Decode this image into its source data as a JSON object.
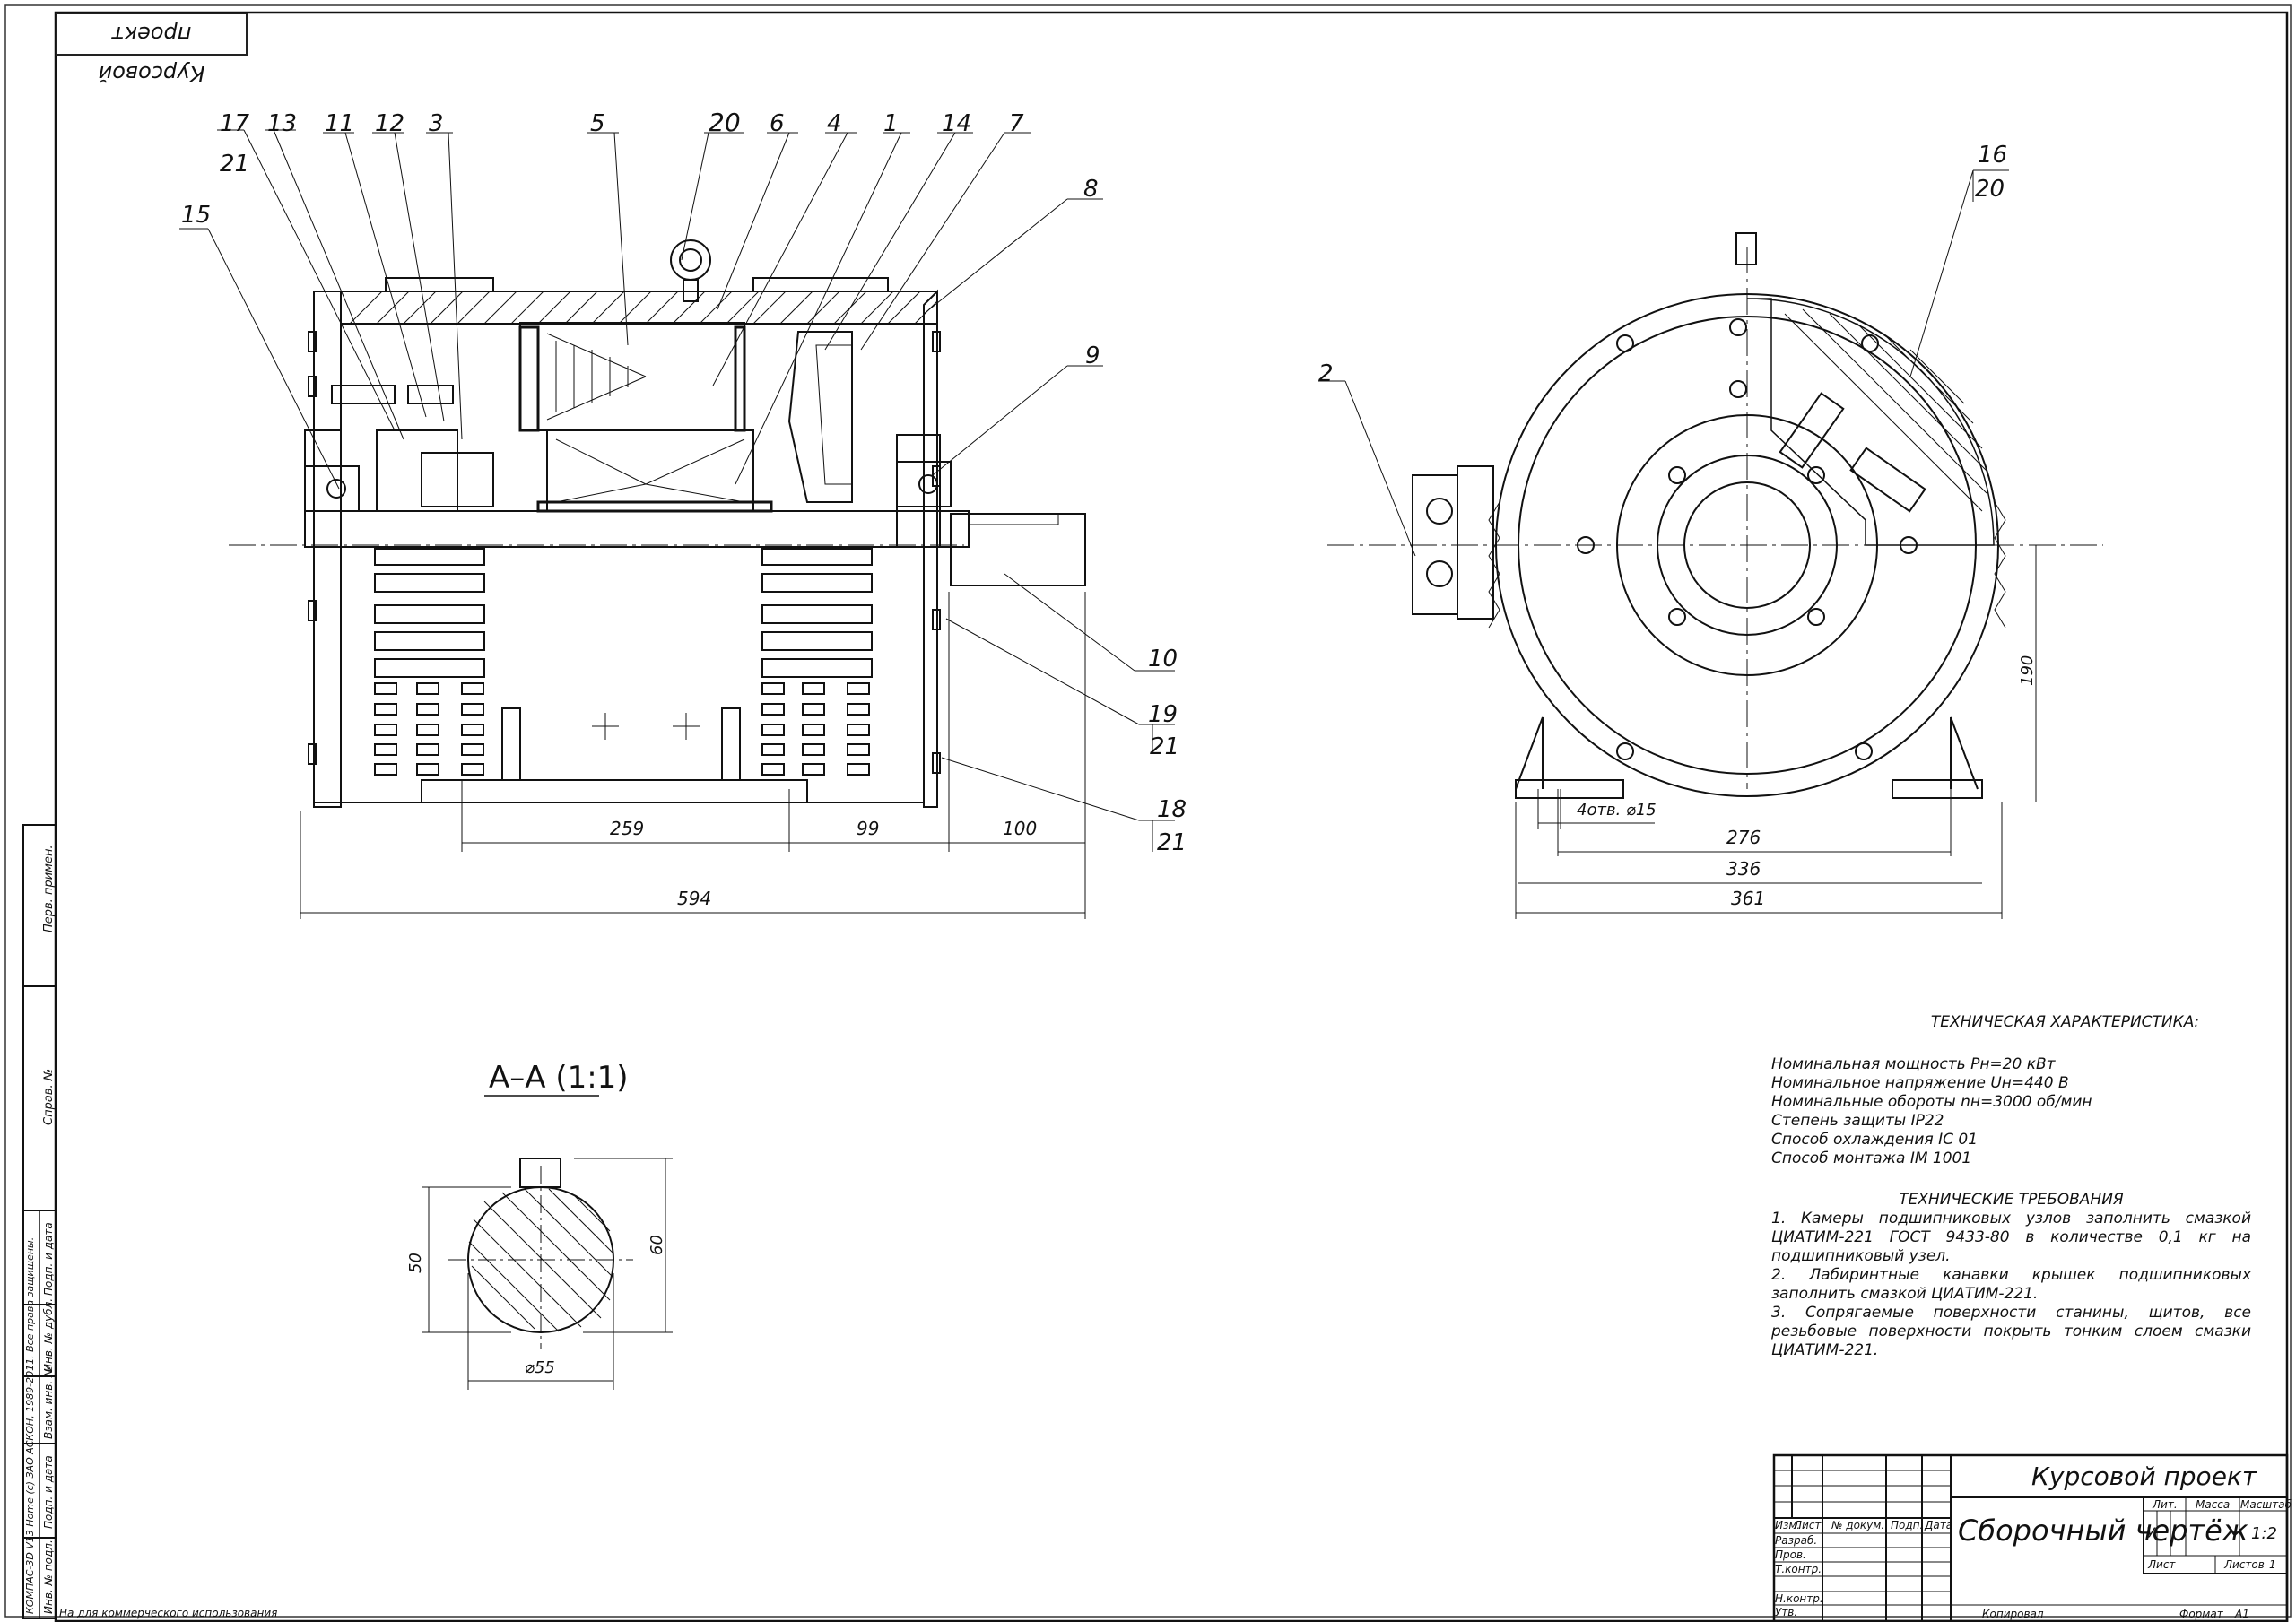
{
  "stamp_top": "Курсовой проект",
  "leader_numbers": [
    "17",
    "21",
    "13",
    "11",
    "12",
    "3",
    "5",
    "20",
    "6",
    "4",
    "1",
    "14",
    "7",
    "8",
    "15",
    "9",
    "10",
    "19",
    "21",
    "18",
    "21",
    "2",
    "16",
    "20"
  ],
  "dimensions_main": {
    "d259": "259",
    "d99": "99",
    "d100": "100",
    "d594": "594"
  },
  "dimensions_side": {
    "holes": "4отв. ⌀15",
    "d276": "276",
    "d336": "336",
    "d361": "361",
    "d190": "190"
  },
  "section": {
    "title": "А–А (1:1)",
    "d50": "50",
    "d60": "60",
    "d55": "⌀55"
  },
  "specs": {
    "heading": "ТЕХНИЧЕСКАЯ ХАРАКТЕРИСТИКА:",
    "lines": [
      "Номинальная мощность Рн=20 кВт",
      "Номинальное напряжение Uн=440 В",
      "Номинальные обороты nн=3000 об/мин",
      "Степень защиты IP22",
      "Способ охлаждения IC 01",
      "Способ монтажа IM 1001"
    ]
  },
  "requirements": {
    "heading": "ТЕХНИЧЕСКИЕ ТРЕБОВАНИЯ",
    "items": [
      "1. Камеры подшипниковых узлов заполнить смазкой ЦИАТИМ-221 ГОСТ 9433-80 в количестве 0,1 кг на подшипниковый узел.",
      "2. Лабиринтные канавки крышек подшипниковых заполнить смазкой ЦИАТИМ-221.",
      "3. Сопрягаемые поверхности станины, щитов, все резьбовые поверхности покрыть тонким слоем смазки ЦИАТИМ-221."
    ]
  },
  "title_block": {
    "project": "Курсовой проект",
    "drawing": "Сборочный чертёж",
    "lit": "Лит.",
    "mass": "Масса",
    "scale_label": "Масштаб",
    "lit_value": "У",
    "scale_value": "1:2",
    "sheet": "Лист",
    "sheets": "Листов",
    "sheets_value": "1",
    "izm": "Изм.",
    "list": "Лист",
    "doc": "№ докум.",
    "sign": "Подп.",
    "date": "Дата",
    "razrab": "Разраб.",
    "prov": "Пров.",
    "tkontr": "Т.контр.",
    "nkontr": "Н.контр.",
    "utv": "Утв.",
    "copied": "Копировал",
    "format_label": "Формат",
    "format_value": "A1"
  },
  "side_strip": {
    "perv": "Перв. примен.",
    "sprav": "Справ. №",
    "podp1": "Подп. и дата",
    "inv_dubl": "Инв. № дубл.",
    "vzam": "Взам. инв. №",
    "podp2": "Подп. и дата",
    "inv_podl": "Инв. № подл.",
    "kompas": "КОМПАС-3D V13 Home (с) ЗАО АСКОН, 1989-2011. Все права защищены."
  },
  "footer_note": "На для коммерческого использования"
}
